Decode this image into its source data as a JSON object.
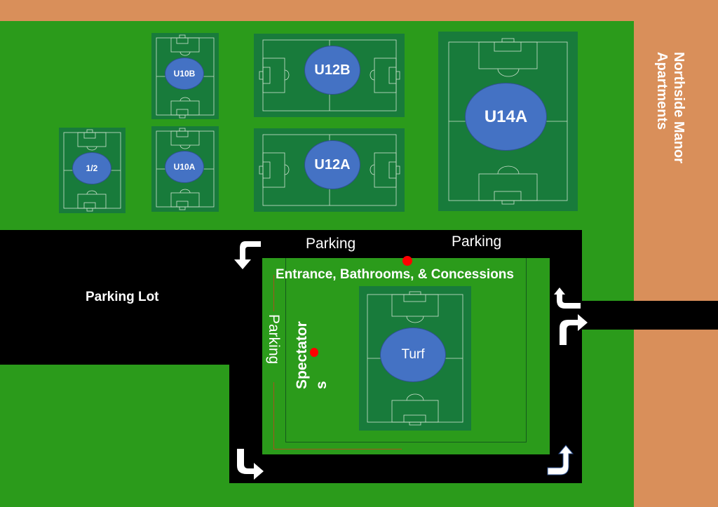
{
  "map": {
    "colors": {
      "grass": "#2b9b1b",
      "pitch": "#187b3b",
      "road": "#000000",
      "boundary": "#d98f5a",
      "oval": "#4472c4",
      "marker": "#ff0000"
    },
    "fields": {
      "half": "1/2",
      "u10a": "U10A",
      "u10b": "U10B",
      "u12a": "U12A",
      "u12b": "U12B",
      "u14a": "U14A",
      "turf": "Turf"
    },
    "labels": {
      "parking_lot": "Parking Lot",
      "parking_top_left": "Parking",
      "parking_top_right": "Parking",
      "parking_side": "Parking",
      "entrance": "Entrance, Bathrooms, & Concessions",
      "spectators_line1": "Spectator",
      "spectators_line2": "s",
      "neighbor_line1": "Northside Manor",
      "neighbor_line2": "Apartments"
    },
    "markers": [
      "entrance-marker",
      "spectators-marker"
    ],
    "arrows": [
      "turn-left-down",
      "turn-up-left",
      "turn-right",
      "turn-down-right",
      "turn-up"
    ]
  }
}
